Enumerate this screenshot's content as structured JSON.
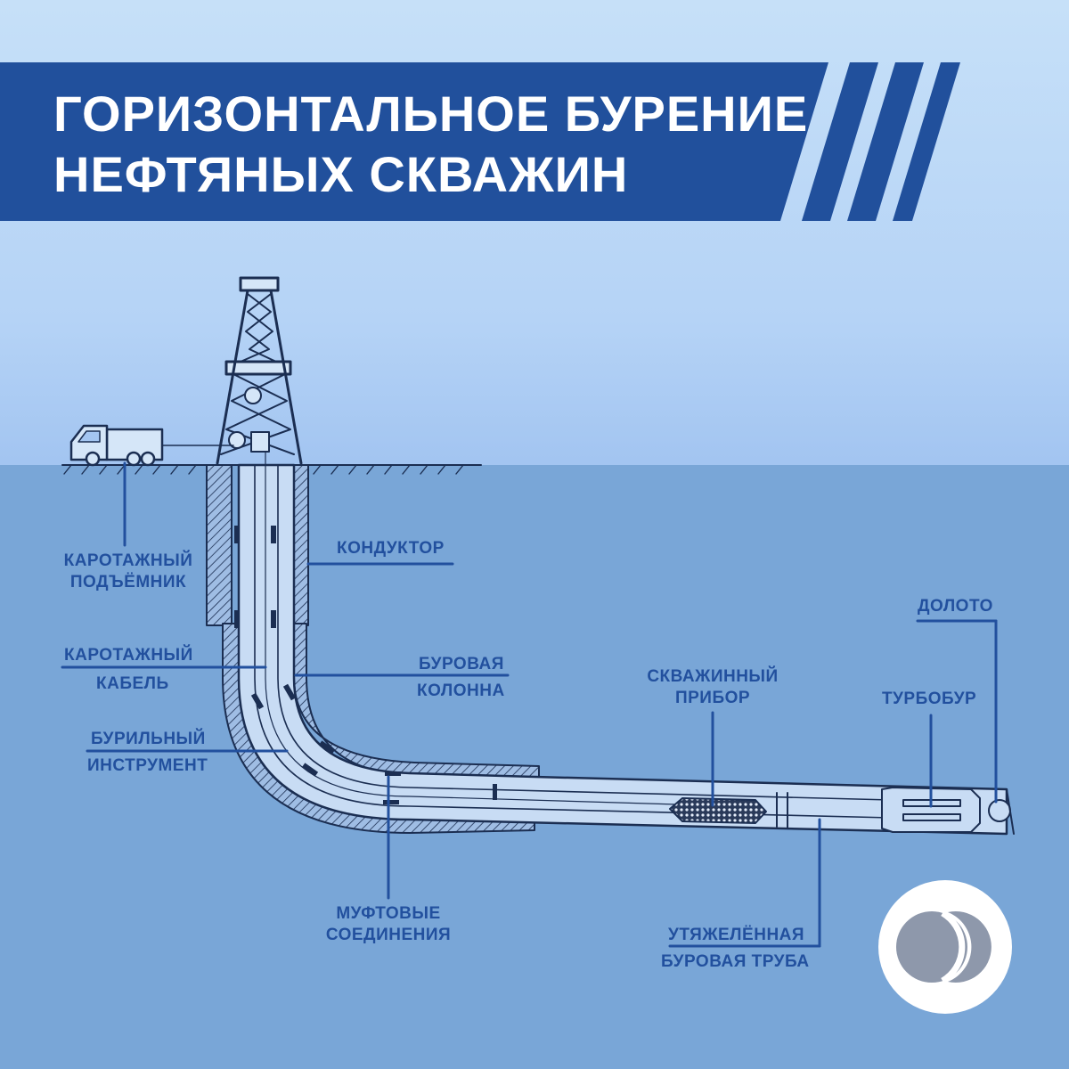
{
  "title": {
    "line1": "ГОРИЗОНТАЛЬНОЕ БУРЕНИЕ",
    "line2": "НЕФТЯНЫХ СКВАЖИН"
  },
  "labels": {
    "logging_lift": {
      "line1": "КАРОТАЖНЫЙ",
      "line2": "ПОДЪЁМНИК"
    },
    "conductor": "КОНДУКТОР",
    "logging_cable": {
      "line1": "КАРОТАЖНЫЙ",
      "line2": "КАБЕЛЬ"
    },
    "drill_column": {
      "line1": "БУРОВАЯ",
      "line2": "КОЛОННА"
    },
    "drilling_tool": {
      "line1": "БУРИЛЬНЫЙ",
      "line2": "ИНСТРУМЕНТ"
    },
    "downhole_device": {
      "line1": "СКВАЖИННЫЙ",
      "line2": "ПРИБОР"
    },
    "bit": "ДОЛОТО",
    "turbodrill": "ТУРБОБУР",
    "couplings": {
      "line1": "МУФТОВЫЕ",
      "line2": "СОЕДИНЕНИЯ"
    },
    "heavy_pipe": {
      "line1": "УТЯЖЕЛЁННАЯ",
      "line2": "БУРОВАЯ ТРУБА"
    }
  },
  "colors": {
    "banner": "#21509c",
    "label": "#22509e",
    "ground": "#79a6d7",
    "pipe_fill": "#c8dcf4",
    "line": "#1b2e52"
  },
  "icons": [
    "truck-icon",
    "derrick-icon",
    "company-logo"
  ]
}
